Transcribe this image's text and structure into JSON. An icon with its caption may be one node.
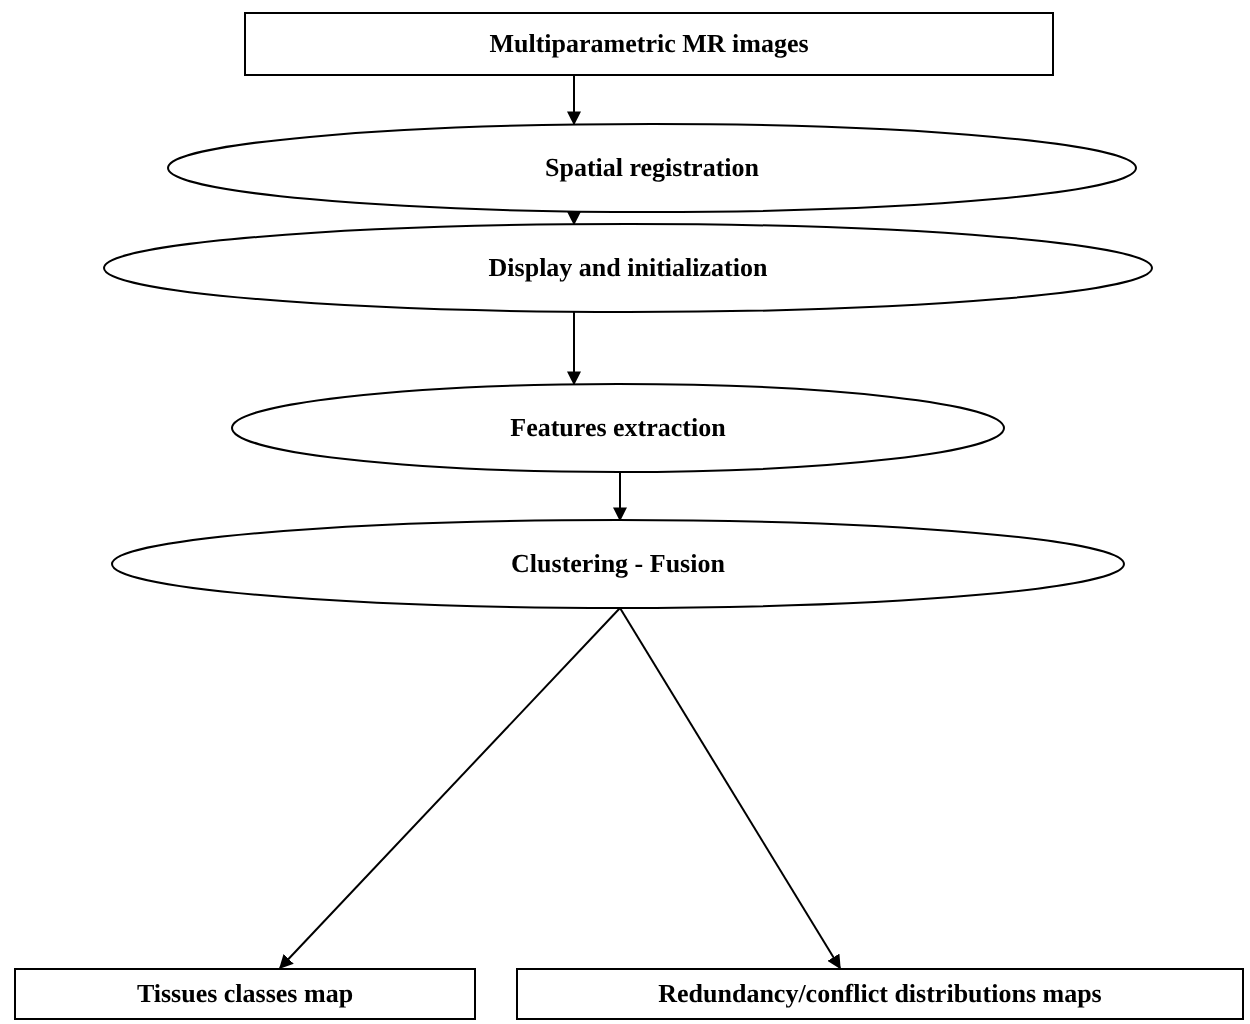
{
  "diagram": {
    "nodes": [
      {
        "text": [
          "Multiparametric MR images"
        ]
      },
      {
        "text": [
          "Spatial registration"
        ]
      },
      {
        "text": [
          "Display and initialization"
        ]
      },
      {
        "text": [
          "Features extraction"
        ]
      },
      {
        "text": [
          "Clustering - Fusion"
        ]
      },
      {
        "text": [
          "Tissues classes map"
        ]
      },
      {
        "text": [
          "Redundancy/conflict distributions maps"
        ]
      }
    ],
    "edges": [
      {
        "from": 0,
        "to": 1,
        "arrow": "to"
      },
      {
        "from": 1,
        "to": 2,
        "arrow": "to"
      },
      {
        "from": 2,
        "to": 3,
        "arrow": "to"
      },
      {
        "from": 3,
        "to": 4,
        "arrow": "to"
      },
      {
        "from": 4,
        "to": 5,
        "arrow": "to"
      },
      {
        "from": 4,
        "to": 6,
        "arrow": "to"
      }
    ]
  }
}
